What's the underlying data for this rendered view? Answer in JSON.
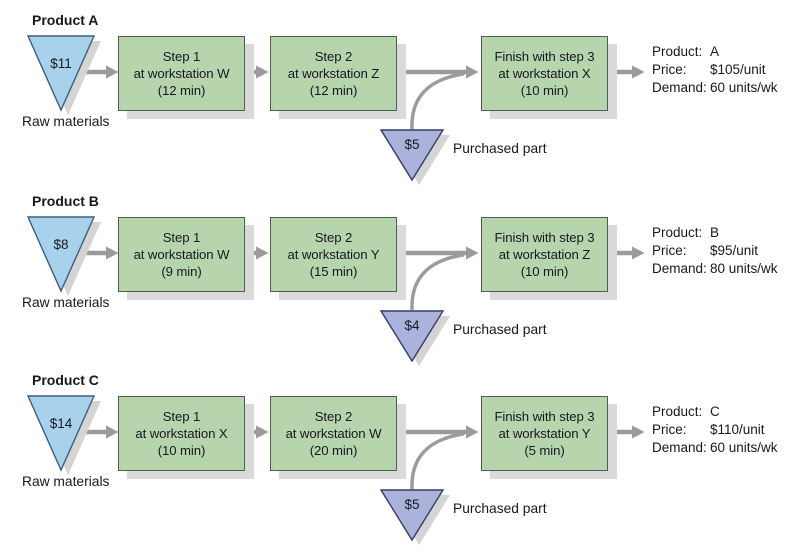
{
  "colors": {
    "step_box_fill": "#b6d5ad",
    "step_box_border": "#4f5e50",
    "raw_material_fill": "#a8d2ec",
    "raw_material_border": "#3d5c7e",
    "purchased_part_fill": "#abb3dc",
    "purchased_part_border": "#383c6a",
    "arrow": "#9b9b9b",
    "shadow": "#d4d4d4",
    "text": "#171821"
  },
  "rows": [
    {
      "product_label": "Product A",
      "raw_cost": "$11",
      "raw_label": "Raw materials",
      "steps": [
        [
          "Step 1",
          "at workstation W",
          "(12 min)"
        ],
        [
          "Step 2",
          "at workstation Z",
          "(12 min)"
        ],
        [
          "Finish with step 3",
          "at workstation X",
          "(10 min)"
        ]
      ],
      "purchased_cost": "$5",
      "purchased_label": "Purchased part",
      "info": [
        {
          "label": "Product:",
          "value": "A"
        },
        {
          "label": "Price:",
          "value": "$105/unit"
        },
        {
          "label": "Demand:",
          "value": "60 units/wk"
        }
      ]
    },
    {
      "product_label": "Product B",
      "raw_cost": "$8",
      "raw_label": "Raw materials",
      "steps": [
        [
          "Step 1",
          "at workstation W",
          "(9 min)"
        ],
        [
          "Step 2",
          "at workstation Y",
          "(15 min)"
        ],
        [
          "Finish with step 3",
          "at workstation Z",
          "(10 min)"
        ]
      ],
      "purchased_cost": "$4",
      "purchased_label": "Purchased part",
      "info": [
        {
          "label": "Product:",
          "value": "B"
        },
        {
          "label": "Price:",
          "value": "$95/unit"
        },
        {
          "label": "Demand:",
          "value": "80 units/wk"
        }
      ]
    },
    {
      "product_label": "Product C",
      "raw_cost": "$14",
      "raw_label": "Raw materials",
      "steps": [
        [
          "Step 1",
          "at workstation X",
          "(10 min)"
        ],
        [
          "Step 2",
          "at workstation W",
          "(20 min)"
        ],
        [
          "Finish with step 3",
          "at workstation Y",
          "(5 min)"
        ]
      ],
      "purchased_cost": "$5",
      "purchased_label": "Purchased part",
      "info": [
        {
          "label": "Product:",
          "value": "C"
        },
        {
          "label": "Price:",
          "value": "$110/unit"
        },
        {
          "label": "Demand:",
          "value": "60 units/wk"
        }
      ]
    }
  ]
}
